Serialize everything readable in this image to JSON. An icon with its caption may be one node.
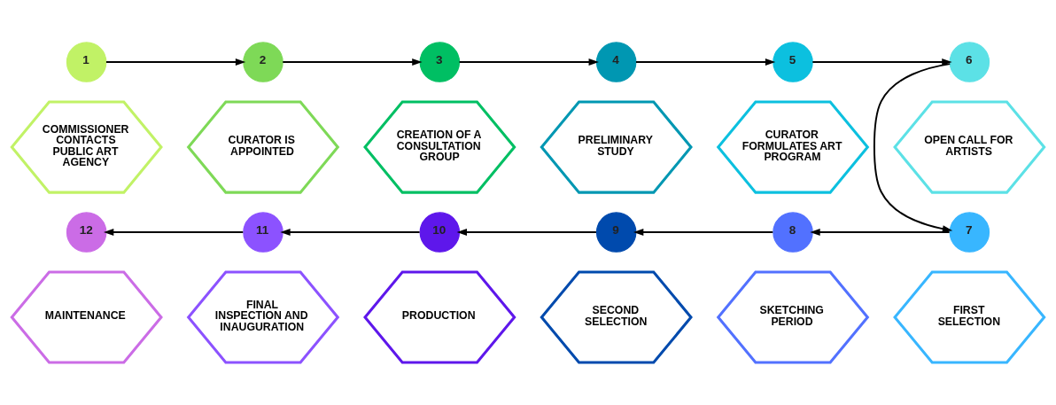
{
  "diagram": {
    "nodes": [
      {
        "text": [
          "1"
        ]
      },
      {
        "text": [
          "2"
        ]
      },
      {
        "text": [
          "3"
        ]
      },
      {
        "text": [
          "4"
        ]
      },
      {
        "text": [
          "5"
        ]
      },
      {
        "text": [
          "6"
        ]
      },
      {
        "text": [
          "COMMISSIONER CONTACTS PUBLIC ART AGENCY"
        ]
      },
      {
        "text": [
          "CURATOR IS APPOINTED"
        ]
      },
      {
        "text": [
          "CREATION OF A CONSULTATION GROUP"
        ]
      },
      {
        "text": [
          "PRELIMINARY STUDY"
        ]
      },
      {
        "text": [
          "CURATOR FORMULATES ART PROGRAM"
        ]
      },
      {
        "text": [
          "OPEN CALL FOR ARTISTS"
        ]
      },
      {
        "text": [
          "12"
        ]
      },
      {
        "text": [
          "11"
        ]
      },
      {
        "text": [
          "10"
        ]
      },
      {
        "text": [
          "9"
        ]
      },
      {
        "text": [
          "8"
        ]
      },
      {
        "text": [
          "7"
        ]
      },
      {
        "text": [
          "MAINTENANCE"
        ]
      },
      {
        "text": [
          "FINAL INSPECTION AND INAUGURATION"
        ]
      },
      {
        "text": [
          "PRODUCTION"
        ]
      },
      {
        "text": [
          "SECOND SELECTION"
        ]
      },
      {
        "text": [
          "SKETCHING PERIOD"
        ]
      },
      {
        "text": [
          "FIRST SELECTION"
        ]
      }
    ],
    "edges": [
      {
        "from": 0,
        "to": 1,
        "arrow": "to"
      },
      {
        "from": 1,
        "to": 2,
        "arrow": "to"
      },
      {
        "from": 2,
        "to": 3,
        "arrow": "to"
      },
      {
        "from": 3,
        "to": 4,
        "arrow": "to"
      },
      {
        "from": 4,
        "to": 5,
        "arrow": "to"
      },
      {
        "from": 5,
        "to": 17,
        "arrow": "to"
      },
      {
        "from": 17,
        "to": 16,
        "arrow": "to"
      },
      {
        "from": 16,
        "to": 15,
        "arrow": "to"
      },
      {
        "from": 15,
        "to": 14,
        "arrow": "to"
      },
      {
        "from": 14,
        "to": 13,
        "arrow": "to"
      },
      {
        "from": 13,
        "to": 12,
        "arrow": "to"
      }
    ]
  }
}
